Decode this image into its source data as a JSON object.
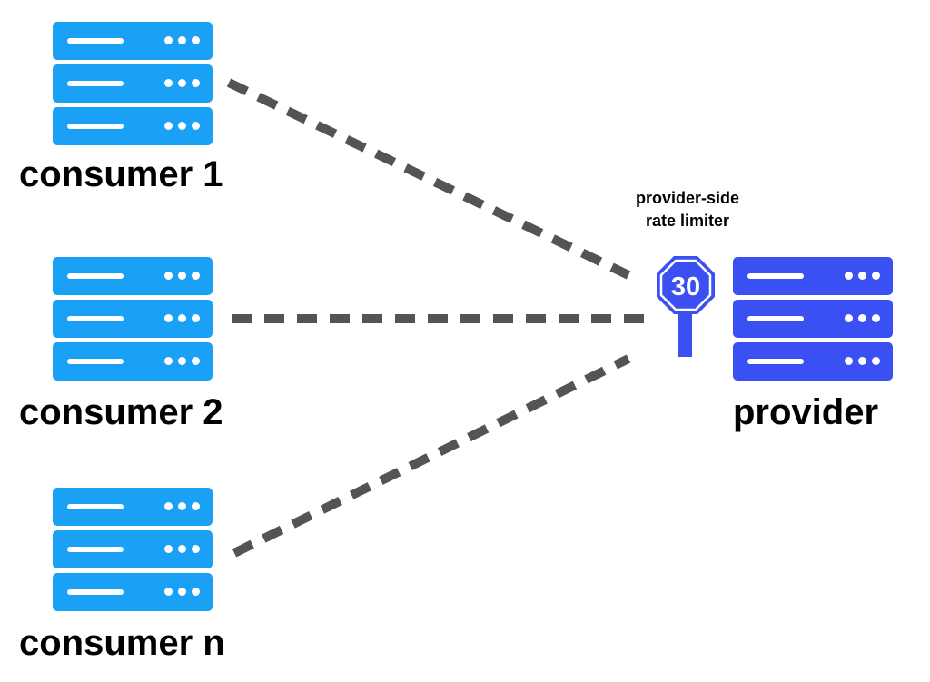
{
  "colors": {
    "consumer": "#1aa0f5",
    "provider": "#3a50f2",
    "sign": "#3a50f2",
    "connector": "#545454"
  },
  "consumers": [
    {
      "label": "consumer 1"
    },
    {
      "label": "consumer 2"
    },
    {
      "label": "consumer n"
    }
  ],
  "provider": {
    "label": "provider"
  },
  "rate_limiter": {
    "caption_line1": "provider-side",
    "caption_line2": "rate limiter",
    "sign_value": "30",
    "icon": "speed-limit-sign-icon"
  },
  "icons": {
    "server": "server-rack-icon"
  }
}
